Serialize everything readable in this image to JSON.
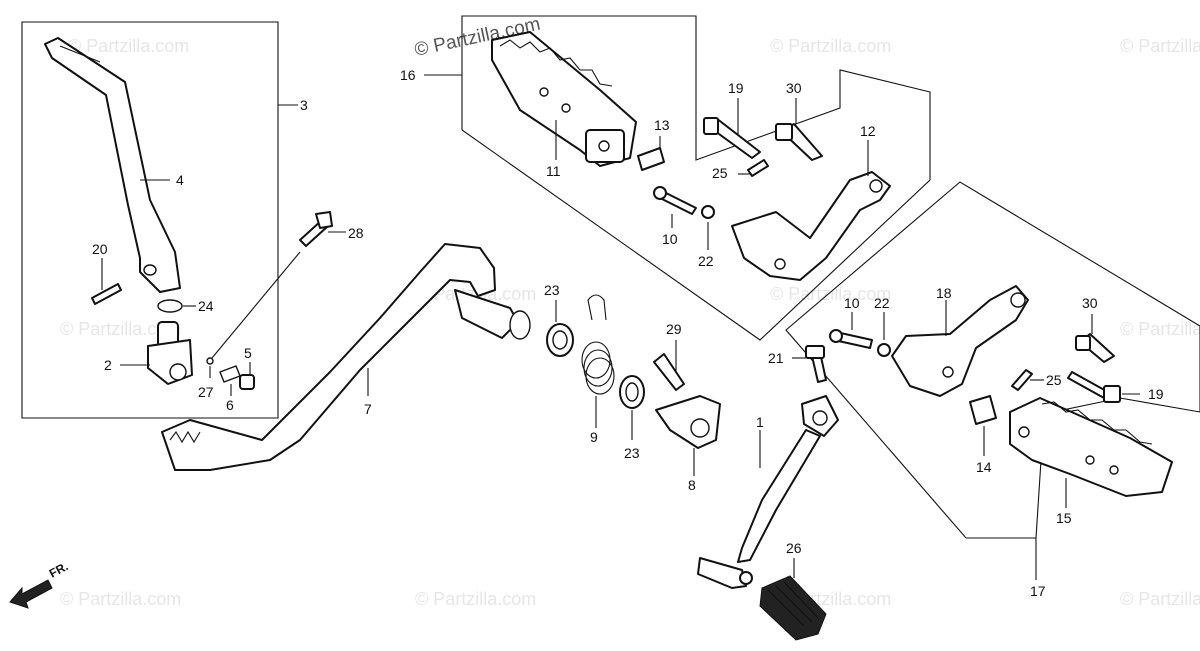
{
  "watermark": {
    "top": "© Partzilla.com",
    "repeated": "© Partzilla.com"
  },
  "direction_marker": "FR.",
  "callouts": {
    "p1": "1",
    "p2": "2",
    "p3": "3",
    "p4": "4",
    "p5": "5",
    "p6": "6",
    "p7": "7",
    "p8": "8",
    "p9": "9",
    "p10a": "10",
    "p10b": "10",
    "p11": "11",
    "p12": "12",
    "p13": "13",
    "p14": "14",
    "p15": "15",
    "p16": "16",
    "p17": "17",
    "p18": "18",
    "p19a": "19",
    "p19b": "19",
    "p20": "20",
    "p21": "21",
    "p22a": "22",
    "p22b": "22",
    "p23a": "23",
    "p23b": "23",
    "p24": "24",
    "p25a": "25",
    "p25b": "25",
    "p26": "26",
    "p27": "27",
    "p28": "28",
    "p29": "29",
    "p30a": "30",
    "p30b": "30"
  }
}
